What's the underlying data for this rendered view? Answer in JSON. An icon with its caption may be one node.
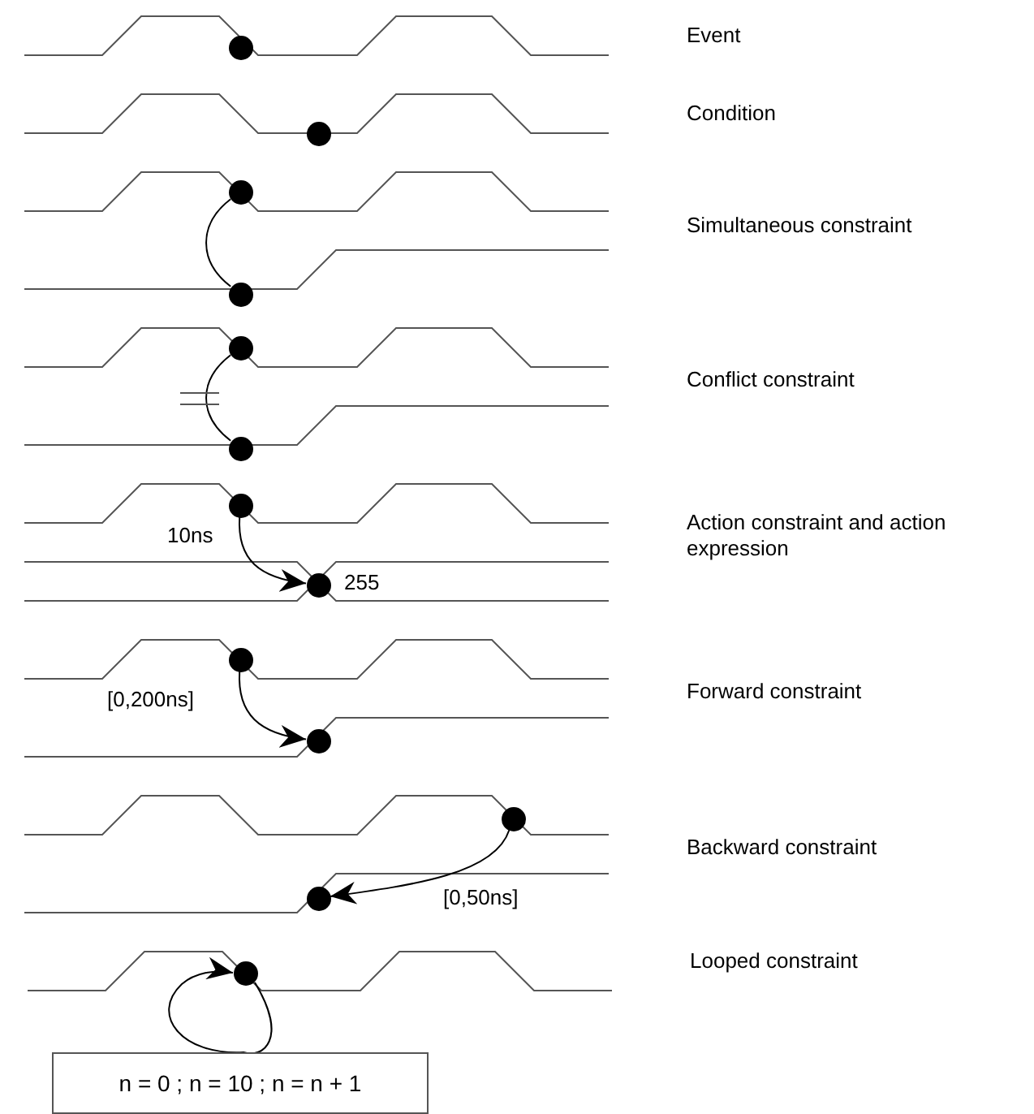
{
  "diagram": {
    "nodes": [
      {
        "text": [],
        "shape": "circle"
      },
      {
        "text": [],
        "shape": "circle"
      },
      {
        "text": [],
        "shape": "circle"
      },
      {
        "text": [],
        "shape": "circle"
      },
      {
        "text": [],
        "shape": "circle"
      },
      {
        "text": [],
        "shape": "circle"
      },
      {
        "text": [],
        "shape": "circle"
      },
      {
        "text": [],
        "shape": "circle",
        "beside": [
          "255"
        ]
      },
      {
        "text": [],
        "shape": "circle"
      },
      {
        "text": [],
        "shape": "circle"
      },
      {
        "text": [],
        "shape": "circle"
      },
      {
        "text": [],
        "shape": "circle"
      },
      {
        "text": [],
        "shape": "circle"
      },
      {
        "text": [
          "n = 0 ; n = 10 ; n = n + 1"
        ]
      }
    ],
    "edges": [
      {
        "from": 2,
        "to": 3,
        "arrow": "none"
      },
      {
        "from": 4,
        "to": 5,
        "arrow": "none"
      },
      {
        "from": 6,
        "to": 7,
        "arrow": "to",
        "label": "10ns"
      },
      {
        "from": 8,
        "to": 9,
        "arrow": "to",
        "label": "[0,200ns]"
      },
      {
        "from": 10,
        "to": 11,
        "arrow": "to",
        "label": "[0,50ns]"
      },
      {
        "from": 12,
        "to": 12,
        "arrow": "to"
      }
    ],
    "labels": [
      "Event",
      "Condition",
      "Simultaneous constraint",
      "Conflict constraint",
      "Action constraint and action expression",
      "Forward constraint",
      "Backward constraint",
      "Looped constraint"
    ]
  }
}
